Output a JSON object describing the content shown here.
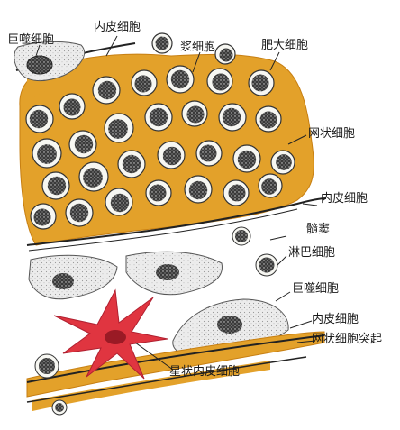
{
  "labels": {
    "macrophage_top": "巨噬细胞",
    "endothelial_top": "内皮细胞",
    "plasma_cell": "浆细胞",
    "mast_cell": "肥大细胞",
    "reticular_cell": "网状细胞",
    "endothelial_mid": "内皮细胞",
    "sinus": "髓窦",
    "lymphocyte": "淋巴细胞",
    "macrophage_right": "巨噬细胞",
    "endothelial_low": "内皮细胞",
    "reticular_process": "网状细胞突起",
    "stellate_endothelial": "星状内皮细胞"
  },
  "colors": {
    "reticular_tissue": "#e3a12a",
    "reticular_dark": "#c77f12",
    "stellate_cell": "#e03540",
    "nucleus": "#2f2f2f",
    "cytoplasm": "#f7f7f2",
    "macrophage": "#ececec",
    "membrane_line": "#222222"
  }
}
